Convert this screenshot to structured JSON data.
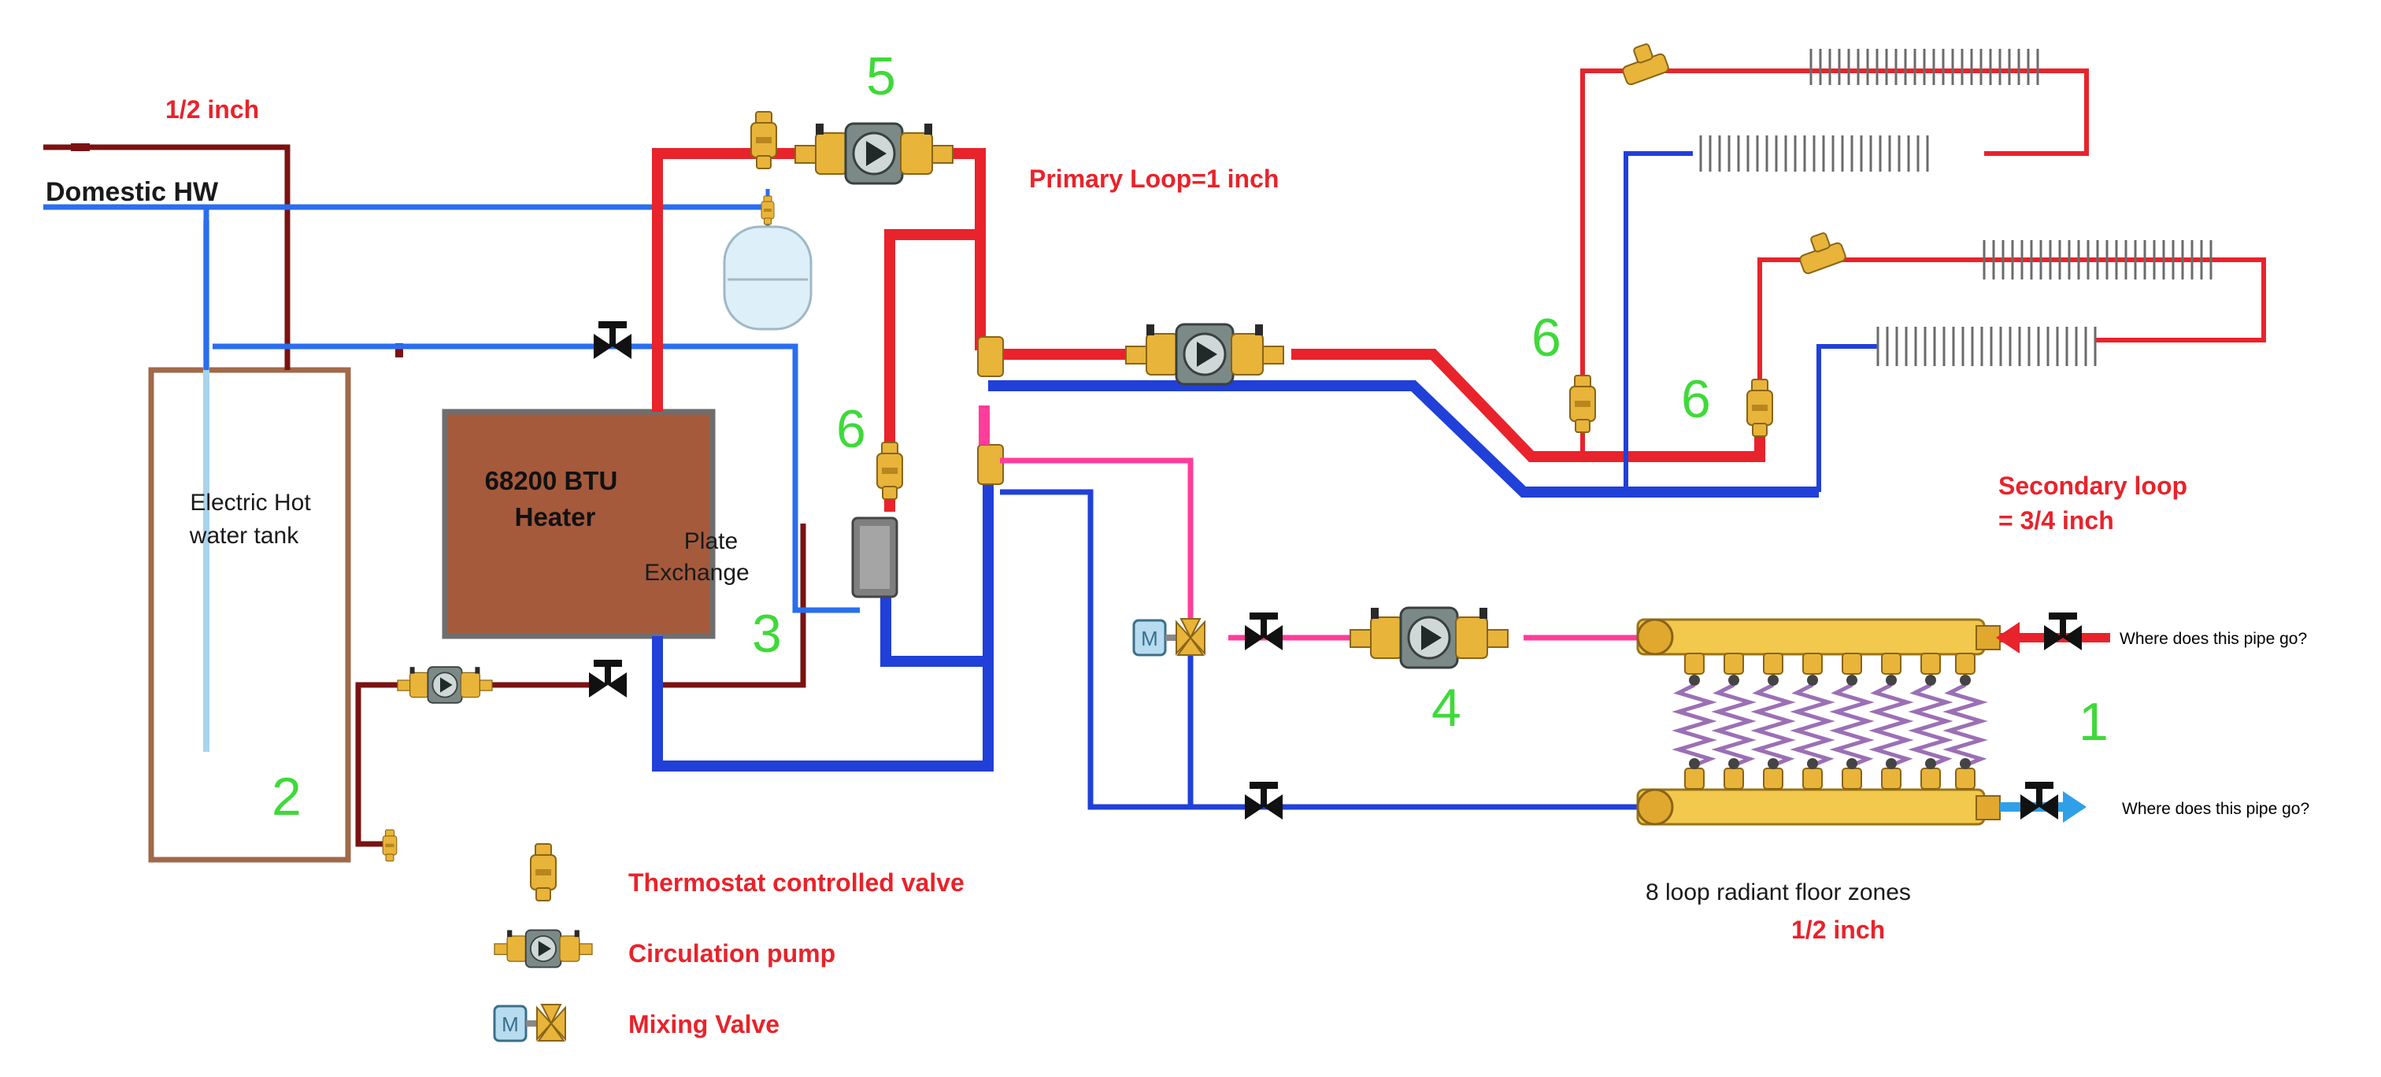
{
  "labels": {
    "half_inch_top": "1/2 inch",
    "domestic_hw": "Domestic HW",
    "tank_line1": "Electric Hot",
    "tank_line2": "water tank",
    "heater_line1": "68200 BTU",
    "heater_line2": "Heater",
    "plate_line1": "Plate",
    "plate_line2": "Exchange",
    "primary_loop": "Primary Loop=1 inch",
    "secondary_loop_line1": "Secondary loop",
    "secondary_loop_line2": "= 3/4 inch",
    "radiant_zones": "8 loop radiant floor zones",
    "half_inch_bottom": "1/2 inch",
    "question_supply": "Where does this pipe  go?",
    "question_return": "Where does this pipe  go?"
  },
  "numbers": {
    "n1": "1",
    "n2": "2",
    "n3": "3",
    "n4": "4",
    "n5": "5",
    "n6a": "6",
    "n6b": "6",
    "n6c": "6"
  },
  "legend": {
    "thermostat_valve": "Thermostat controlled valve",
    "circulation_pump": "Circulation pump",
    "mixing_valve": "Mixing Valve"
  },
  "colors": {
    "hot": "#e8232b",
    "cold": "#2040d8",
    "dark_red": "#7a1212",
    "pink": "#ff3d9a",
    "light_blue": "#2fa0e8",
    "heater_fill": "#a55a3c",
    "tank_border": "#a0694a",
    "brass": "#e8b43a",
    "label_red": "#e8232b",
    "number_green": "#3fd93a"
  }
}
